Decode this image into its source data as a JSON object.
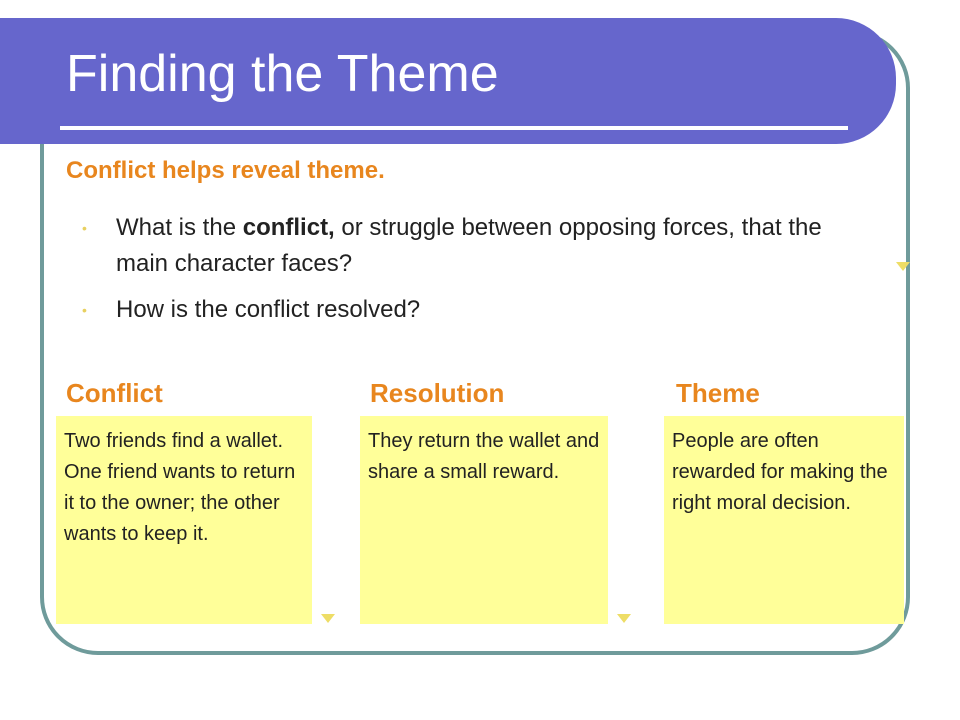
{
  "slide": {
    "title": "Finding the Theme",
    "subtitle": "Conflict helps reveal theme.",
    "bullets": [
      {
        "before": "What is the ",
        "bold": "conflict,",
        "after": " or struggle between opposing forces, that the main character faces?"
      },
      {
        "text": "How is the conflict resolved?"
      }
    ],
    "columns": [
      {
        "heading": "Conflict",
        "body": "Two friends find a wallet. One friend wants to return it to the owner; the other wants to keep it."
      },
      {
        "heading": "Resolution",
        "body": "They return the wallet and share a small reward."
      },
      {
        "heading": "Theme",
        "body": "People are often rewarded for making the right moral decision."
      }
    ]
  },
  "colors": {
    "title_bar": "#6666cc",
    "frame": "#6f9b9b",
    "accent": "#e8861e",
    "note_fill": "#ffff99"
  }
}
